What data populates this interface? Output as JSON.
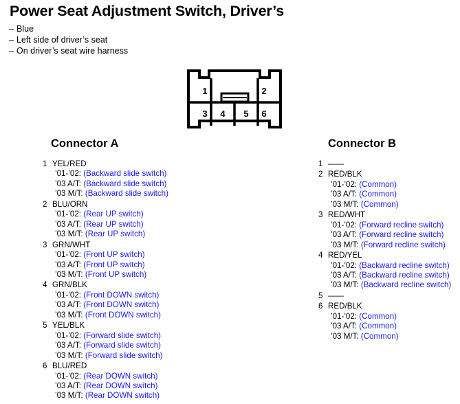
{
  "title": "Power Seat Adjustment Switch, Driver’s",
  "notes": [
    "Blue",
    "Left side of driver’s seat",
    "On driver’s seat wire harness"
  ],
  "note_dash": "–",
  "colors": {
    "function_text": "#1a1aee",
    "body_text": "#000000",
    "diagram_stroke": "#000000"
  },
  "connector_diagram": {
    "name": "six-pin-connector-pinout",
    "top_pins": [
      "1",
      "2"
    ],
    "bottom_pins": [
      "3",
      "4",
      "5",
      "6"
    ]
  },
  "columns": [
    {
      "heading": "Connector A",
      "pins": [
        {
          "number": "1",
          "wire": "YEL/RED",
          "variants": [
            {
              "label": "’01-’02:",
              "function": "(Backward slide switch)"
            },
            {
              "label": "’03 A/T:",
              "function": "(Backward slide switch)"
            },
            {
              "label": "’03 M/T:",
              "function": "(Backward slide switch)"
            }
          ]
        },
        {
          "number": "2",
          "wire": "BLU/ORN",
          "variants": [
            {
              "label": "’01-’02:",
              "function": "(Rear UP switch)"
            },
            {
              "label": "’03 A/T:",
              "function": "(Rear UP switch)"
            },
            {
              "label": "’03 M/T:",
              "function": "(Rear UP switch)"
            }
          ]
        },
        {
          "number": "3",
          "wire": "GRN/WHT",
          "variants": [
            {
              "label": "’01-’02:",
              "function": "(Front UP switch)"
            },
            {
              "label": "’03 A/T:",
              "function": "(Front UP switch)"
            },
            {
              "label": "’03 M/T:",
              "function": "(Front UP switch)"
            }
          ]
        },
        {
          "number": "4",
          "wire": "GRN/BLK",
          "variants": [
            {
              "label": "’01-’02:",
              "function": "(Front DOWN switch)"
            },
            {
              "label": "’03 A/T:",
              "function": "(Front DOWN switch)"
            },
            {
              "label": "’03 M/T:",
              "function": "(Front DOWN switch)"
            }
          ]
        },
        {
          "number": "5",
          "wire": "YEL/BLK",
          "variants": [
            {
              "label": "’01-’02:",
              "function": "(Forward slide switch)"
            },
            {
              "label": "’03 A/T:",
              "function": "(Forward slide switch)"
            },
            {
              "label": "’03 M/T:",
              "function": "(Forward slide switch)"
            }
          ]
        },
        {
          "number": "6",
          "wire": "BLU/RED",
          "variants": [
            {
              "label": "’01-’02:",
              "function": "(Rear DOWN switch)"
            },
            {
              "label": "’03 A/T:",
              "function": "(Rear DOWN switch)"
            },
            {
              "label": "’03 M/T:",
              "function": "(Rear DOWN switch)"
            }
          ]
        }
      ]
    },
    {
      "heading": "Connector B",
      "pins": [
        {
          "number": "1",
          "wire": "——",
          "variants": []
        },
        {
          "number": "2",
          "wire": "RED/BLK",
          "variants": [
            {
              "label": "’01-’02:",
              "function": "(Common)"
            },
            {
              "label": "’03 A/T:",
              "function": "(Common)"
            },
            {
              "label": "’03 M/T:",
              "function": "(Common)"
            }
          ]
        },
        {
          "number": "3",
          "wire": "RED/WHT",
          "variants": [
            {
              "label": "’01-’02:",
              "function": "(Forward recline switch)"
            },
            {
              "label": "’03 A/T:",
              "function": "(Forward recline switch)"
            },
            {
              "label": "’03 M/T:",
              "function": "(Forward recline switch)"
            }
          ]
        },
        {
          "number": "4",
          "wire": "RED/YEL",
          "variants": [
            {
              "label": "’01-’02:",
              "function": "(Backward recline switch)"
            },
            {
              "label": "’03 A/T:",
              "function": "(Backward recline switch)"
            },
            {
              "label": "’03 M/T:",
              "function": "(Backward recline switch)"
            }
          ]
        },
        {
          "number": "5",
          "wire": "——",
          "variants": []
        },
        {
          "number": "6",
          "wire": "RED/BLK",
          "variants": [
            {
              "label": "’01-’02:",
              "function": "(Common)"
            },
            {
              "label": "’03 A/T:",
              "function": "(Common)"
            },
            {
              "label": "’03 M/T:",
              "function": "(Common)"
            }
          ]
        }
      ]
    }
  ]
}
